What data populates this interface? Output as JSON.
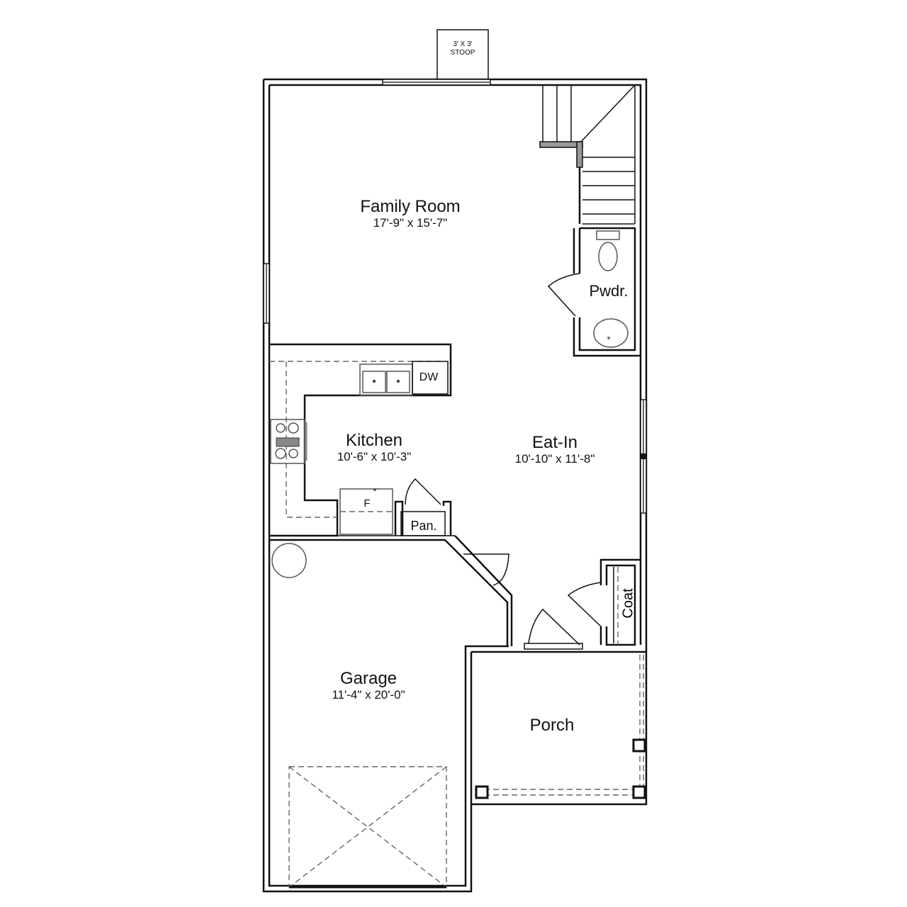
{
  "plan": {
    "stoop": {
      "line1": "3' X 3'",
      "line2": "STOOP"
    },
    "rooms": [
      {
        "id": "family_room",
        "name": "Family Room",
        "dims": "17'-9\" x 15'-7\""
      },
      {
        "id": "kitchen",
        "name": "Kitchen",
        "dims": "10'-6\" x 10'-3\""
      },
      {
        "id": "eat_in",
        "name": "Eat-In",
        "dims": "10'-10\" x 11'-8\""
      },
      {
        "id": "garage",
        "name": "Garage",
        "dims": "11'-4\" x 20'-0\""
      },
      {
        "id": "porch",
        "name": "Porch",
        "dims": ""
      }
    ],
    "small_labels": {
      "powder": "Pwdr.",
      "pantry": "Pan.",
      "coat": "Coat",
      "dishwasher": "DW",
      "fridge": "F"
    }
  }
}
